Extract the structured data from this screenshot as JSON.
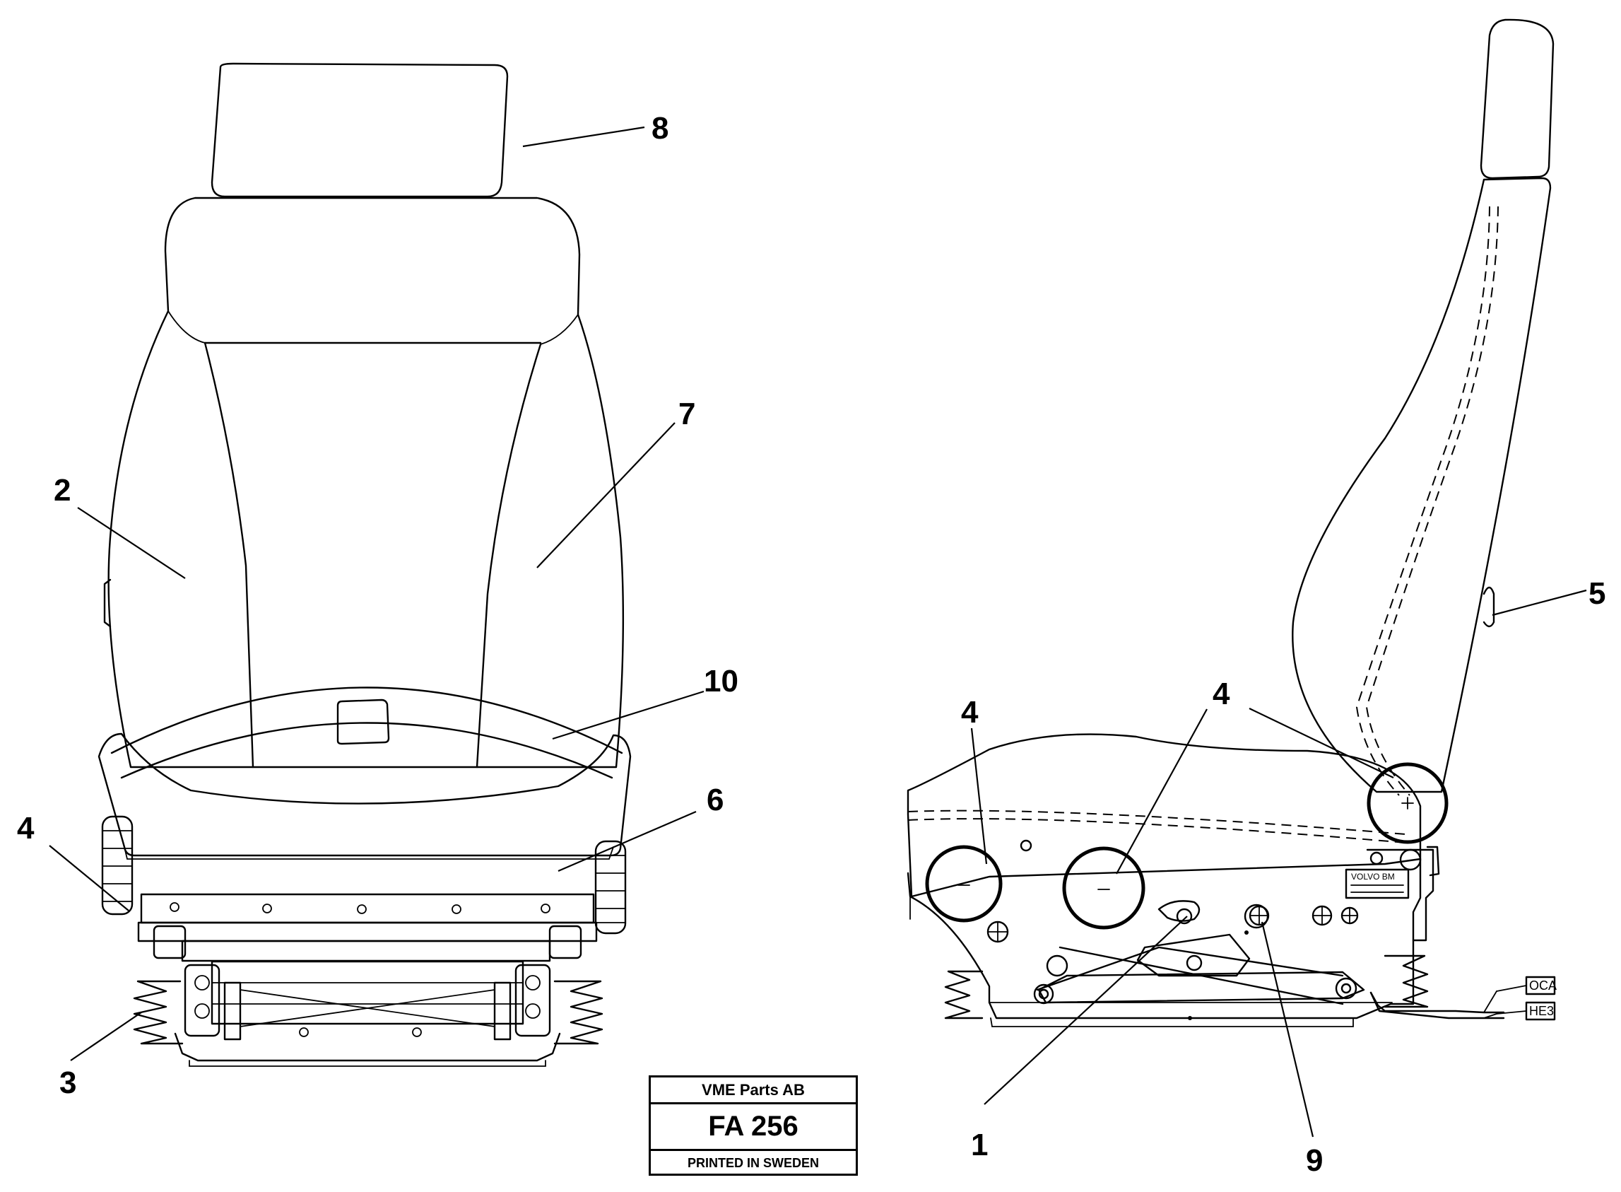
{
  "callouts": {
    "front_8": "8",
    "front_7": "7",
    "front_2": "2",
    "front_10": "10",
    "front_6": "6",
    "front_4": "4",
    "front_3": "3",
    "side_5": "5",
    "side_4_left": "4",
    "side_4_mid": "4",
    "side_1": "1",
    "side_9": "9"
  },
  "side_plate_label": "VOLVO BM",
  "connectors": {
    "upper": "OCA",
    "lower": "HE3"
  },
  "title_block": {
    "company": "VME Parts AB",
    "code": "FA 256",
    "note": "PRINTED IN SWEDEN"
  }
}
